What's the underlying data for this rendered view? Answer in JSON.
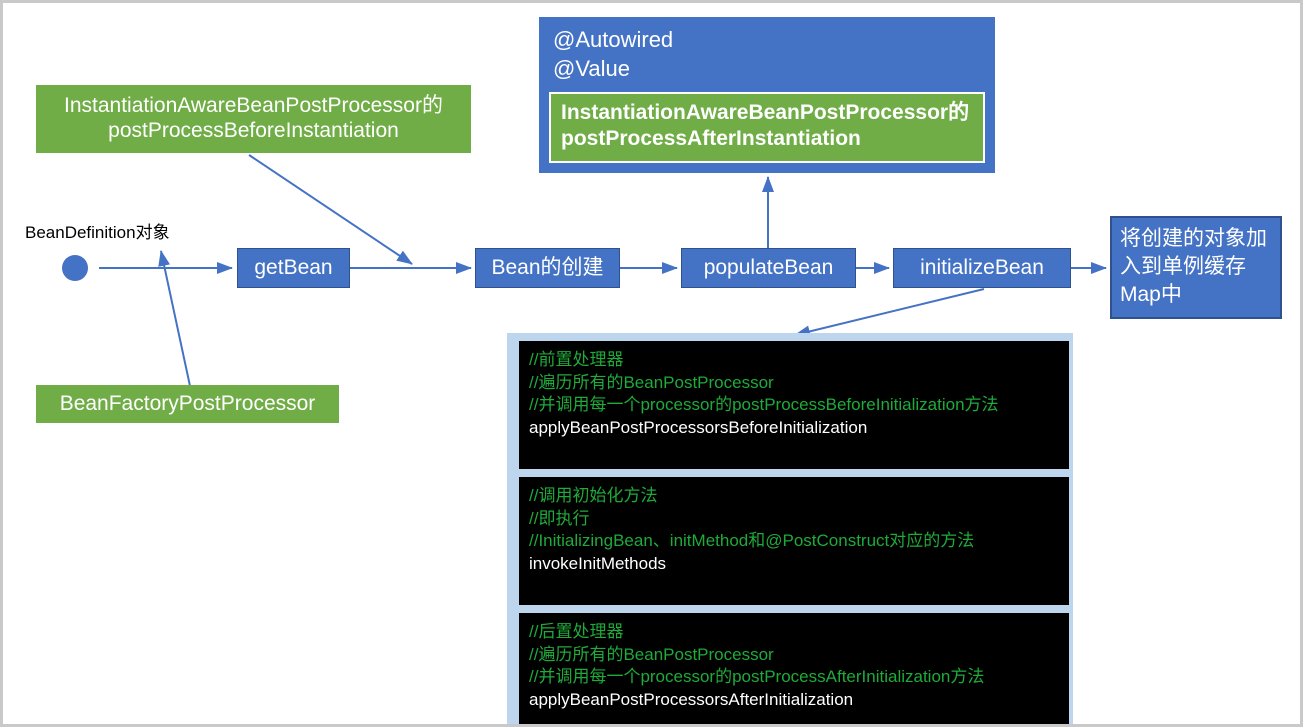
{
  "diagram": {
    "title": "Spring Bean creation lifecycle",
    "colors": {
      "green": "#70ad47",
      "blue": "#4472c4",
      "blue_border": "#2f528f",
      "code_panel": "#bdd6ee",
      "code_bg": "#000000",
      "comment_green": "#1faa3a",
      "frame": "#c9c9c9"
    }
  },
  "annotations": {
    "before_instantiation": "InstantiationAwareBeanPostProcessor的postProcessBeforeInstantiation",
    "bean_factory_post_processor": "BeanFactoryPostProcessor"
  },
  "top_panel": {
    "line1": "@Autowired",
    "line2": "@Value",
    "inner": "InstantiationAwareBeanPostProcessor的postProcessAfterInstantiation"
  },
  "flow": {
    "start_caption": "BeanDefinition对象",
    "nodes": [
      {
        "id": "getBean",
        "label": "getBean"
      },
      {
        "id": "beanCreate",
        "label": "Bean的创建"
      },
      {
        "id": "populateBean",
        "label": "populateBean"
      },
      {
        "id": "initializeBean",
        "label": "initializeBean"
      }
    ],
    "cache_box": "将创建的对象加入到单例缓存Map中"
  },
  "code_blocks": [
    {
      "id": "before-initialization",
      "comments": [
        "//前置处理器",
        "//遍历所有的BeanPostProcessor",
        "//并调用每一个processor的postProcessBeforeInitialization方法"
      ],
      "call": "applyBeanPostProcessorsBeforeInitialization"
    },
    {
      "id": "invoke-init-methods",
      "comments": [
        "//调用初始化方法",
        "//即执行",
        "//InitializingBean、initMethod和@PostConstruct对应的方法"
      ],
      "call": "invokeInitMethods"
    },
    {
      "id": "after-initialization",
      "comments": [
        "//后置处理器",
        "//遍历所有的BeanPostProcessor",
        "//并调用每一个processor的postProcessAfterInitialization方法"
      ],
      "call": "applyBeanPostProcessorsAfterInitialization"
    }
  ]
}
